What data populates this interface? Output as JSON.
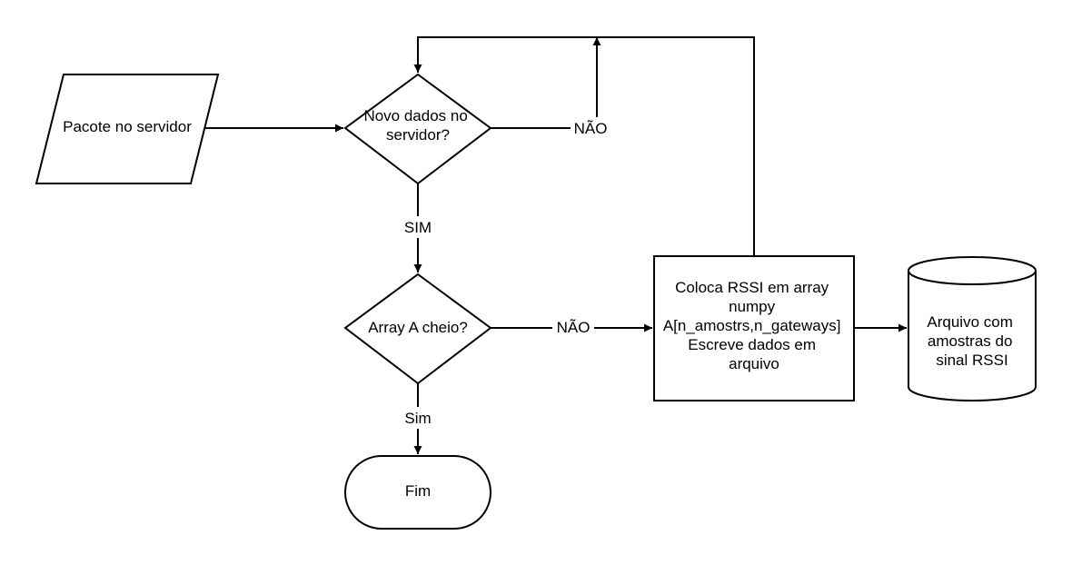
{
  "nodes": {
    "input": {
      "lines": [
        "Pacote no servidor"
      ]
    },
    "decision_new_data": {
      "lines": [
        "Novo dados no",
        "servidor?"
      ]
    },
    "decision_array_full": {
      "lines": [
        "Array A cheio?"
      ]
    },
    "process": {
      "lines": [
        "Coloca RSSI em array",
        "numpy",
        "A[n_amostrs,n_gateways]",
        "Escreve dados em",
        "arquivo"
      ]
    },
    "storage": {
      "lines": [
        "Arquivo com",
        "amostras do",
        "sinal RSSI"
      ]
    },
    "end": {
      "lines": [
        "Fim"
      ]
    }
  },
  "edges": {
    "new_data_no": "NÃO",
    "new_data_yes": "SIM",
    "array_full_no": "NÃO",
    "array_full_yes": "Sim"
  }
}
